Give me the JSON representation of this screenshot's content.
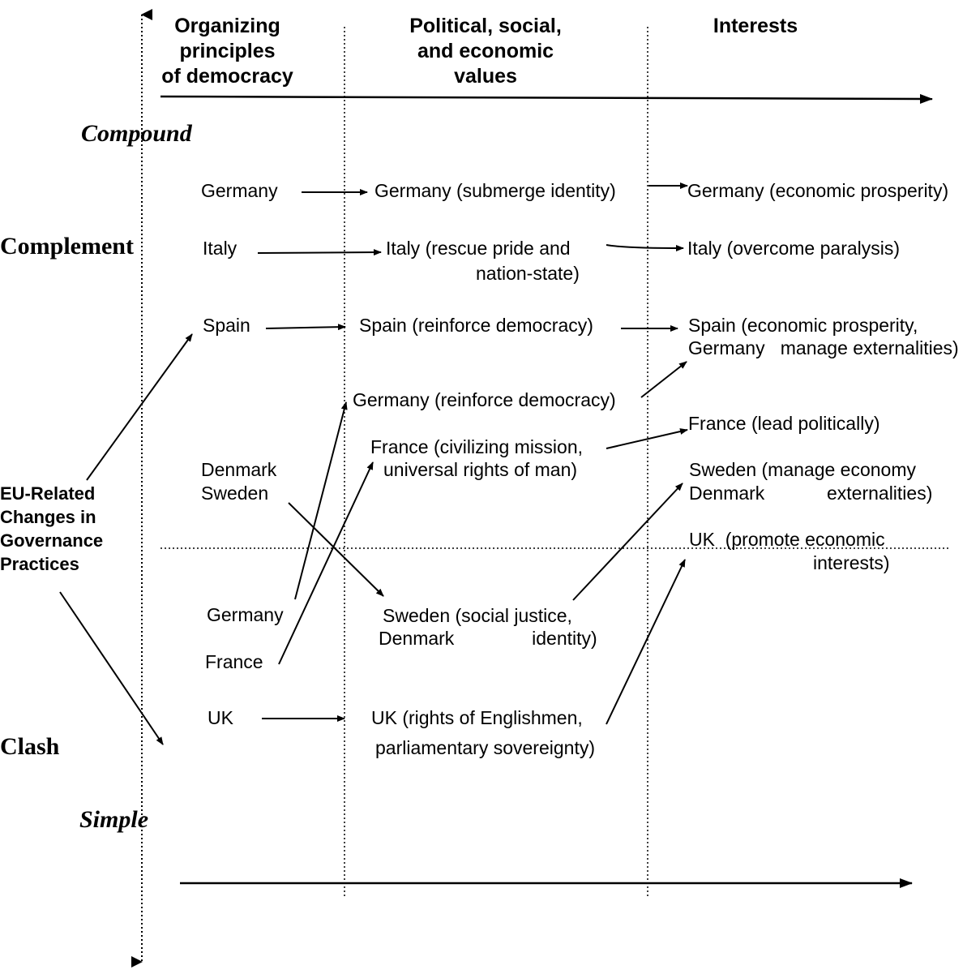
{
  "headers": {
    "col1": "Organizing\nprinciples\nof democracy",
    "col2": "Political, social,\nand economic\nvalues",
    "col3": "Interests"
  },
  "axis_labels": {
    "compound": "Compound",
    "complement": "Complement",
    "clash": "Clash",
    "simple": "Simple",
    "eu_changes": "EU-Related\nChanges in\nGovernance\nPractices"
  },
  "col1": {
    "germany_top": "Germany",
    "italy": "Italy",
    "spain": "Spain",
    "denmark": "Denmark",
    "sweden": "Sweden",
    "germany_bottom": "Germany",
    "france": "France",
    "uk": "UK"
  },
  "col2": {
    "germany_identity": "Germany (submerge identity)",
    "italy_line1": "Italy (rescue pride and",
    "italy_line2": "nation-state)",
    "spain": "Spain (reinforce democracy)",
    "germany_democracy": "Germany (reinforce democracy)",
    "france_line1": "France (civilizing mission,",
    "france_line2": "universal rights of man)",
    "sweden_line1": "Sweden (social justice,",
    "denmark_line2": "Denmark               identity)",
    "uk_line1": "UK (rights of Englishmen,",
    "uk_line2": "parliamentary sovereignty)"
  },
  "col3": {
    "germany": "Germany (economic prosperity)",
    "italy": "Italy (overcome paralysis)",
    "spain_line1": "Spain (economic prosperity,",
    "spain_line2": "Germany   manage externalities)",
    "france": "France (lead politically)",
    "sweden_line1": "Sweden (manage economy",
    "denmark_line2": "Denmark            externalities)",
    "uk_line1": "UK  (promote economic",
    "uk_line2": "interests)"
  }
}
